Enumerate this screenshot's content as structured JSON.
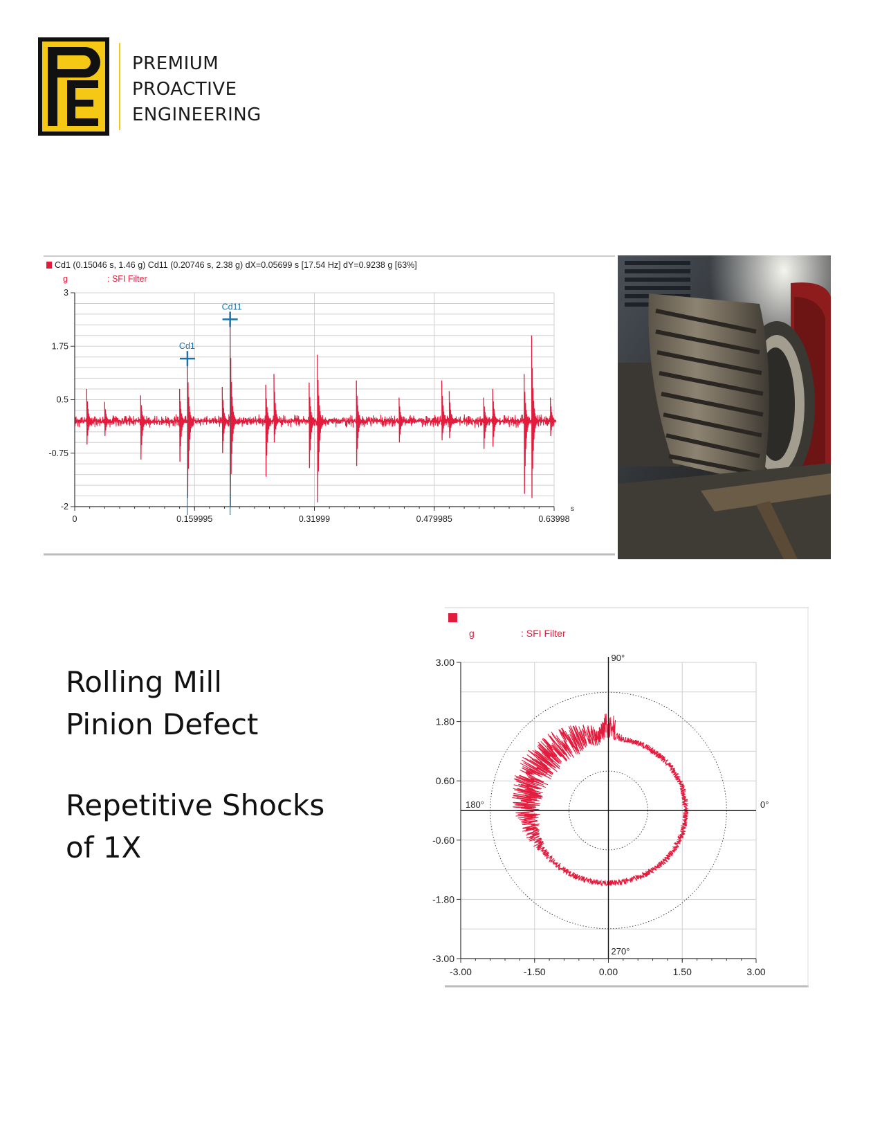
{
  "header": {
    "company_lines": [
      "PREMIUM",
      "PROACTIVE",
      "ENGINEERING"
    ],
    "logo_letters": "PE",
    "logo_colors": {
      "background": "#f4c814",
      "foreground": "#111111"
    }
  },
  "title": {
    "lines_1": [
      "Rolling Mill",
      "Pinion Defect"
    ],
    "lines_2": [
      "Repetitive Shocks",
      "of 1X"
    ]
  },
  "photo": {
    "icon": "gear-pinion-photo-icon"
  },
  "colors": {
    "signal": "#e31b3d",
    "cursor": "#1a73a8",
    "grid": "#cfcfcf",
    "axis": "#333333"
  },
  "chart_data": [
    {
      "type": "line",
      "header_line": "Cd1 (0.15046 s, 1.46 g)    Cd11 (0.20746 s, 2.38 g)   dX=0.05699 s [17.54 Hz]    dY=0.9238 g [63%]",
      "unit_label": "g",
      "filter_label": ": SFI Filter",
      "x_unit": "s",
      "xlim": [
        0,
        0.63998
      ],
      "ylim": [
        -2,
        3
      ],
      "x_ticks": [
        "0",
        "0.159995",
        "0.31999",
        "0.479985",
        "0.63998"
      ],
      "x_tick_values": [
        0,
        0.159995,
        0.31999,
        0.479985,
        0.63998
      ],
      "y_ticks": [
        "3",
        "1.75",
        "0.5",
        "-0.75",
        "-2"
      ],
      "y_tick_values": [
        3,
        1.75,
        0.5,
        -0.75,
        -2
      ],
      "baseline": 0,
      "grid": true,
      "cursors": [
        {
          "label": "Cd1",
          "x": 0.15046,
          "y": 1.46
        },
        {
          "label": "Cd11",
          "x": 0.20746,
          "y": 2.38
        }
      ],
      "impacts": [
        {
          "x": 0.016,
          "up": 0.75,
          "down": -0.55
        },
        {
          "x": 0.04,
          "up": 0.45,
          "down": -0.35
        },
        {
          "x": 0.088,
          "up": 0.6,
          "down": -0.9
        },
        {
          "x": 0.14,
          "up": 0.75,
          "down": -0.95
        },
        {
          "x": 0.15046,
          "up": 1.46,
          "down": -1.8
        },
        {
          "x": 0.197,
          "up": 0.8,
          "down": -0.75
        },
        {
          "x": 0.20746,
          "up": 2.38,
          "down": -2.0
        },
        {
          "x": 0.255,
          "up": 0.85,
          "down": -1.3
        },
        {
          "x": 0.266,
          "up": 1.1,
          "down": -0.5
        },
        {
          "x": 0.313,
          "up": 0.9,
          "down": -1.1
        },
        {
          "x": 0.324,
          "up": 1.55,
          "down": -1.9
        },
        {
          "x": 0.376,
          "up": 0.95,
          "down": -1.05
        },
        {
          "x": 0.433,
          "up": 0.55,
          "down": -0.5
        },
        {
          "x": 0.49,
          "up": 0.95,
          "down": -0.45
        },
        {
          "x": 0.5,
          "up": 0.7,
          "down": -0.4
        },
        {
          "x": 0.546,
          "up": 0.55,
          "down": -0.65
        },
        {
          "x": 0.558,
          "up": 0.75,
          "down": -0.6
        },
        {
          "x": 0.6,
          "up": 1.1,
          "down": -1.7
        },
        {
          "x": 0.61,
          "up": 2.0,
          "down": -1.8
        },
        {
          "x": 0.635,
          "up": 0.55,
          "down": -0.35
        }
      ],
      "noise_amplitude": 0.12
    },
    {
      "type": "scatter",
      "unit_label": "g",
      "filter_label": ": SFI Filter",
      "xlim": [
        -3.0,
        3.0
      ],
      "ylim": [
        -3.0,
        3.0
      ],
      "x_ticks": [
        "-3.00",
        "-1.50",
        "0.00",
        "1.50",
        "3.00"
      ],
      "x_tick_values": [
        -3,
        -1.5,
        0,
        1.5,
        3
      ],
      "y_ticks": [
        "3.00",
        "1.80",
        "0.60",
        "-0.60",
        "-1.80",
        "-3.00"
      ],
      "y_tick_values": [
        3,
        1.8,
        0.6,
        -0.6,
        -1.8,
        -3
      ],
      "angle_labels": [
        "0°",
        "90°",
        "180°",
        "270°"
      ],
      "reference_circles_radius": [
        0.8,
        2.4
      ],
      "orbit_radius_min": 1.5,
      "orbit_radius_max": 2.15,
      "grid": true
    }
  ]
}
